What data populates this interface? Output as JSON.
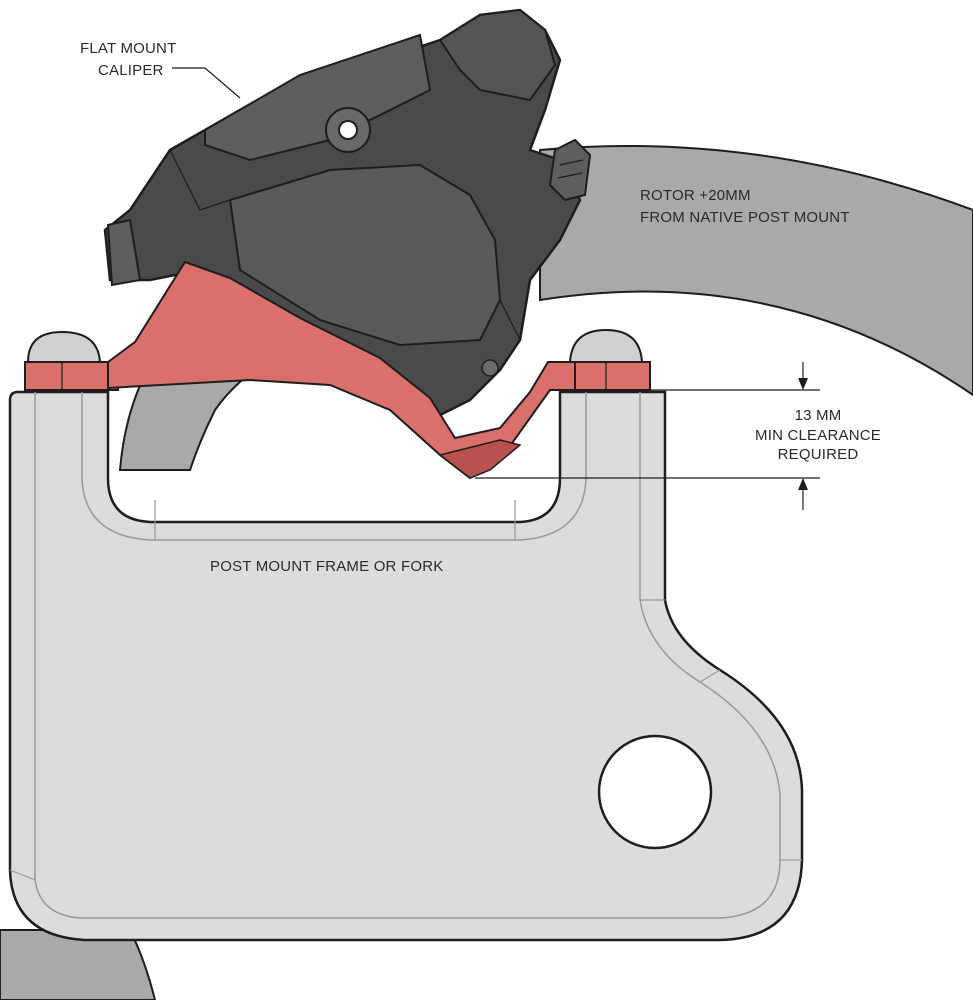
{
  "labels": {
    "caliper_line1": "FLAT MOUNT",
    "caliper_line2": "CALIPER",
    "rotor_line1": "ROTOR +20MM",
    "rotor_line2": "FROM NATIVE POST MOUNT",
    "clearance_line1": "13 MM",
    "clearance_line2": "MIN CLEARANCE",
    "clearance_line3": "REQUIRED",
    "frame_label": "POST MOUNT FRAME OR FORK"
  },
  "colors": {
    "adapter_red": "#d9706b",
    "adapter_red_dark": "#b8524e",
    "caliper_dark": "#4a4a4a",
    "caliper_mid": "#5e5e5e",
    "rotor_gray": "#a9a9a9",
    "frame_light": "#dcdcdc",
    "outline": "#1e1e1e"
  },
  "icons": [
    "arrow-down-icon",
    "arrow-up-icon"
  ]
}
